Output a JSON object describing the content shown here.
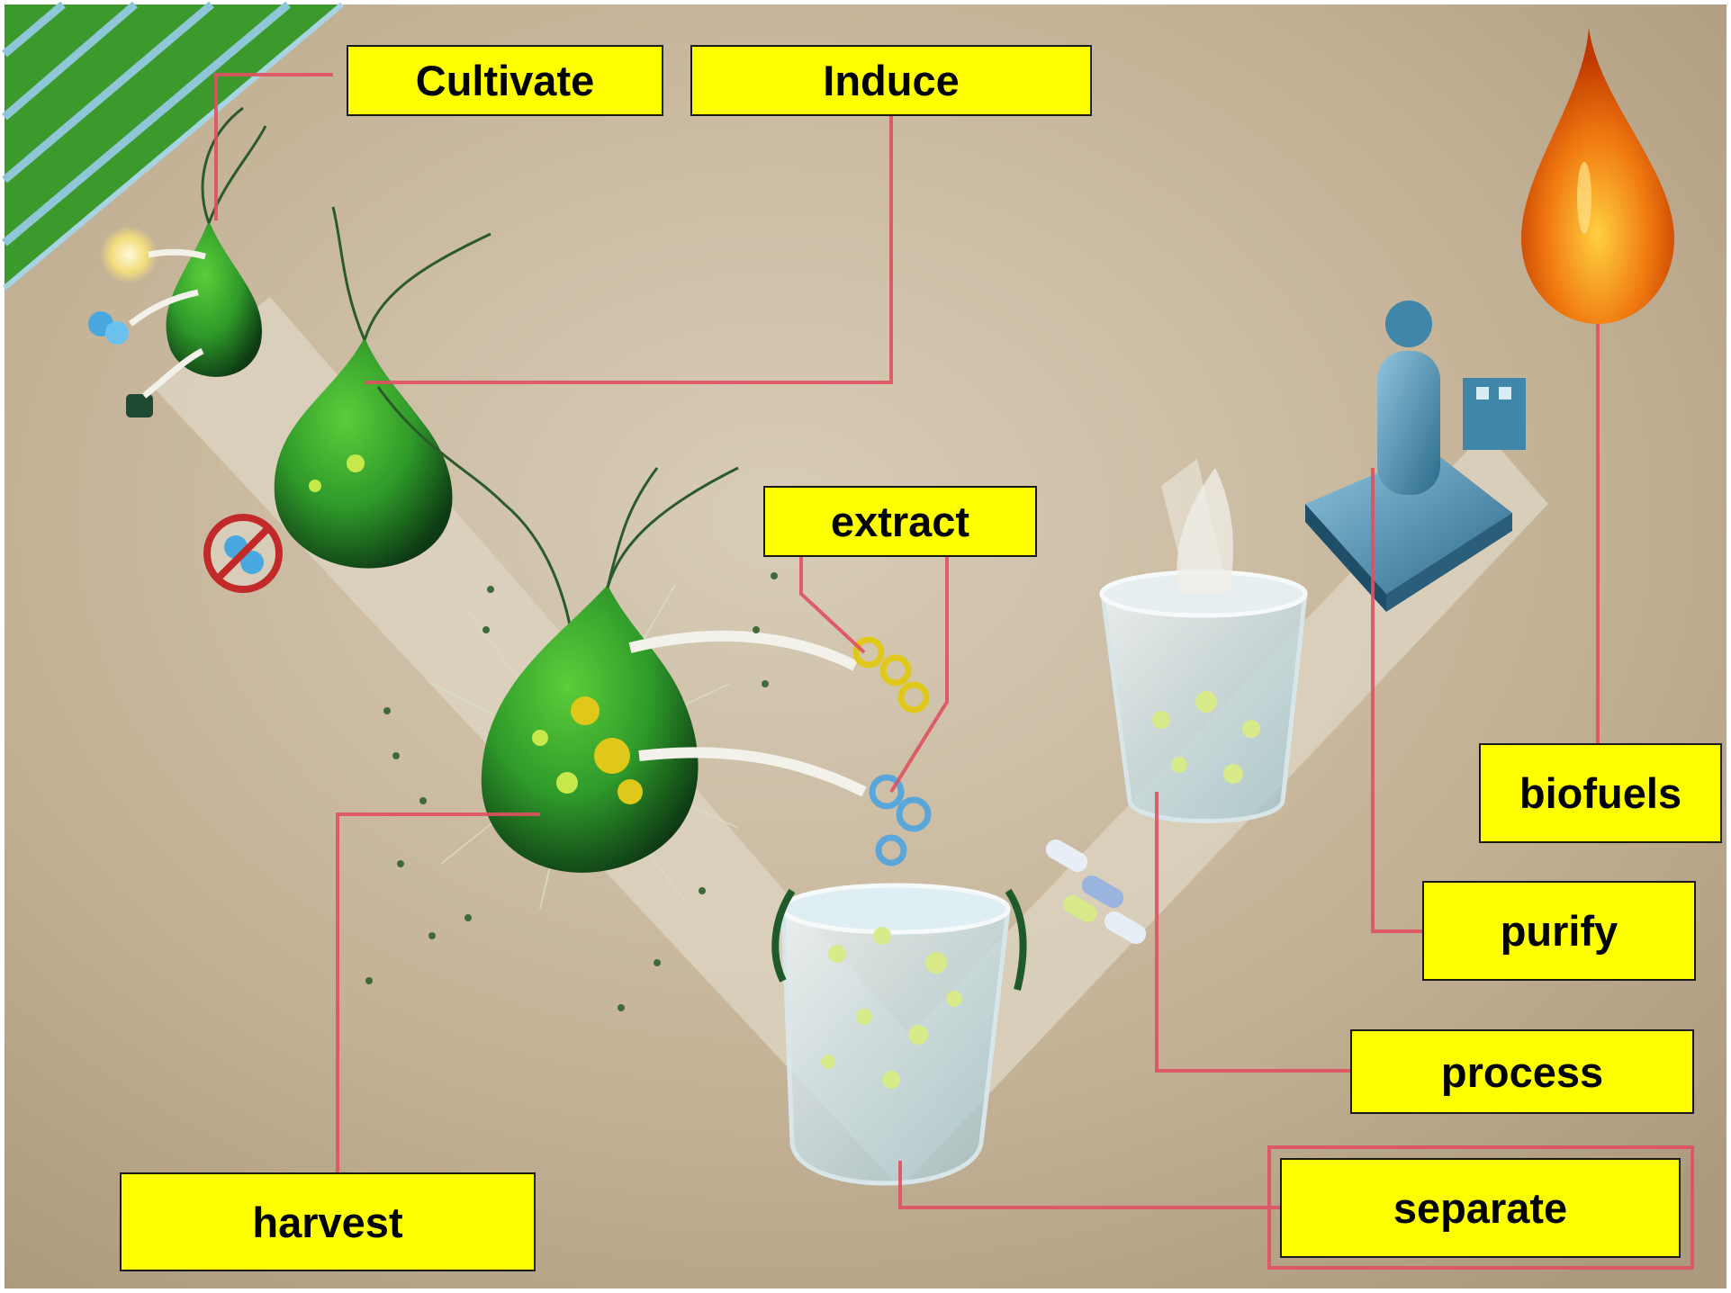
{
  "labels": {
    "cultivate": "Cultivate",
    "induce": "Induce",
    "extract": "extract",
    "biofuels": "biofuels",
    "purify": "purify",
    "process": "process",
    "separate": "separate",
    "harvest": "harvest"
  },
  "icons": [
    "algae-cell-icon",
    "sun-icon",
    "molecule-icon",
    "no-symbol-icon",
    "beaker-icon",
    "purifier-machine-icon",
    "fuel-drop-icon"
  ],
  "colors": {
    "label_fill": "#ffff00",
    "label_border": "#1a1a1a",
    "leader_line": "#e05060",
    "background": "#c6b59c",
    "algae_green": "#2f9a2a",
    "flame_orange": "#f07a10"
  }
}
